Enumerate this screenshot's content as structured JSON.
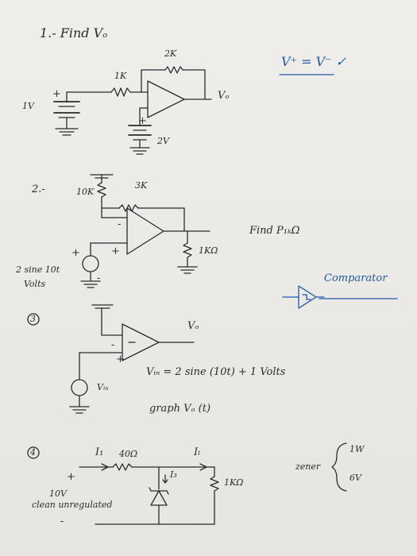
{
  "problem1": {
    "title": "1.- Find Vₒ",
    "r_input": "1K",
    "r_feedback": "2K",
    "source_left": "1V",
    "source_bottom": "2V",
    "output": "Vₒ",
    "note": "V⁺ = V⁻ ✓",
    "plus1": "+",
    "plus2": "+"
  },
  "problem2": {
    "number": "2.-",
    "r_pot": "10K",
    "r_feedback": "3K",
    "r_load": "1KΩ",
    "source_line1": "2 sine 10t",
    "source_line2": "Volts",
    "task": "Find P₁ₖΩ",
    "side_note": "Comparator",
    "plus_src": "+",
    "minus_src": "-",
    "plus_amp": "+",
    "minus_amp": "-"
  },
  "problem3": {
    "number": "3",
    "output": "Vₒ",
    "source": "Vᵢₙ",
    "equation": "Vᵢₙ = 2 sine (10t) + 1  Volts",
    "task": "graph  Vₒ (t)",
    "plus": "+",
    "minus": "-"
  },
  "problem4": {
    "number": "4",
    "r_series": "40Ω",
    "i1": "I₁",
    "iL": "Iₗ",
    "iz": "I₃",
    "r_load": "1KΩ",
    "source_line1": "10V",
    "source_line2": "clean unregulated",
    "zener_label": "zener",
    "zener_power": "1W",
    "zener_voltage": "6V",
    "plus": "+",
    "minus": "-"
  }
}
